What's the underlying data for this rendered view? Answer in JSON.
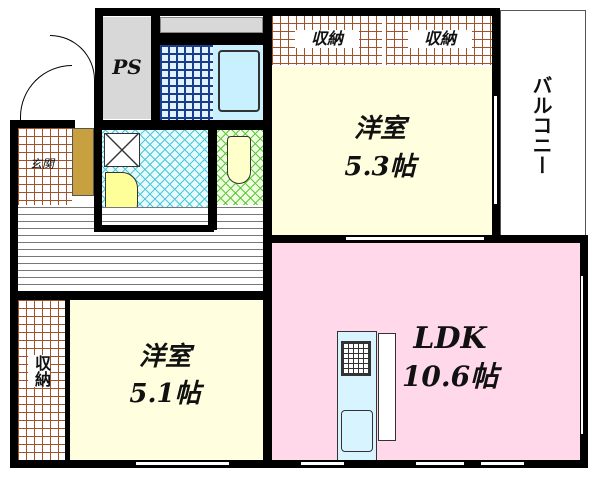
{
  "rooms": {
    "ps": "PS",
    "storage_top_1": "収納",
    "storage_top_2": "収納",
    "western_room_1": {
      "name": "洋室",
      "size": "5.3帖"
    },
    "balcony": "バルコニー",
    "entrance": "玄関",
    "western_room_2": {
      "name": "洋室",
      "size": "5.1帖"
    },
    "storage_left": "収納",
    "ldk": {
      "name": "LDK",
      "size": "10.6帖"
    }
  },
  "colors": {
    "western_room": "#ffffe0",
    "ldk": "#ffd9ea",
    "ps": "#d8d8d8",
    "bathtub": "#c8f0ff",
    "shoe_box": "#c8a040",
    "sink": "#ffff99",
    "kitchen": "#d8f4ff"
  }
}
